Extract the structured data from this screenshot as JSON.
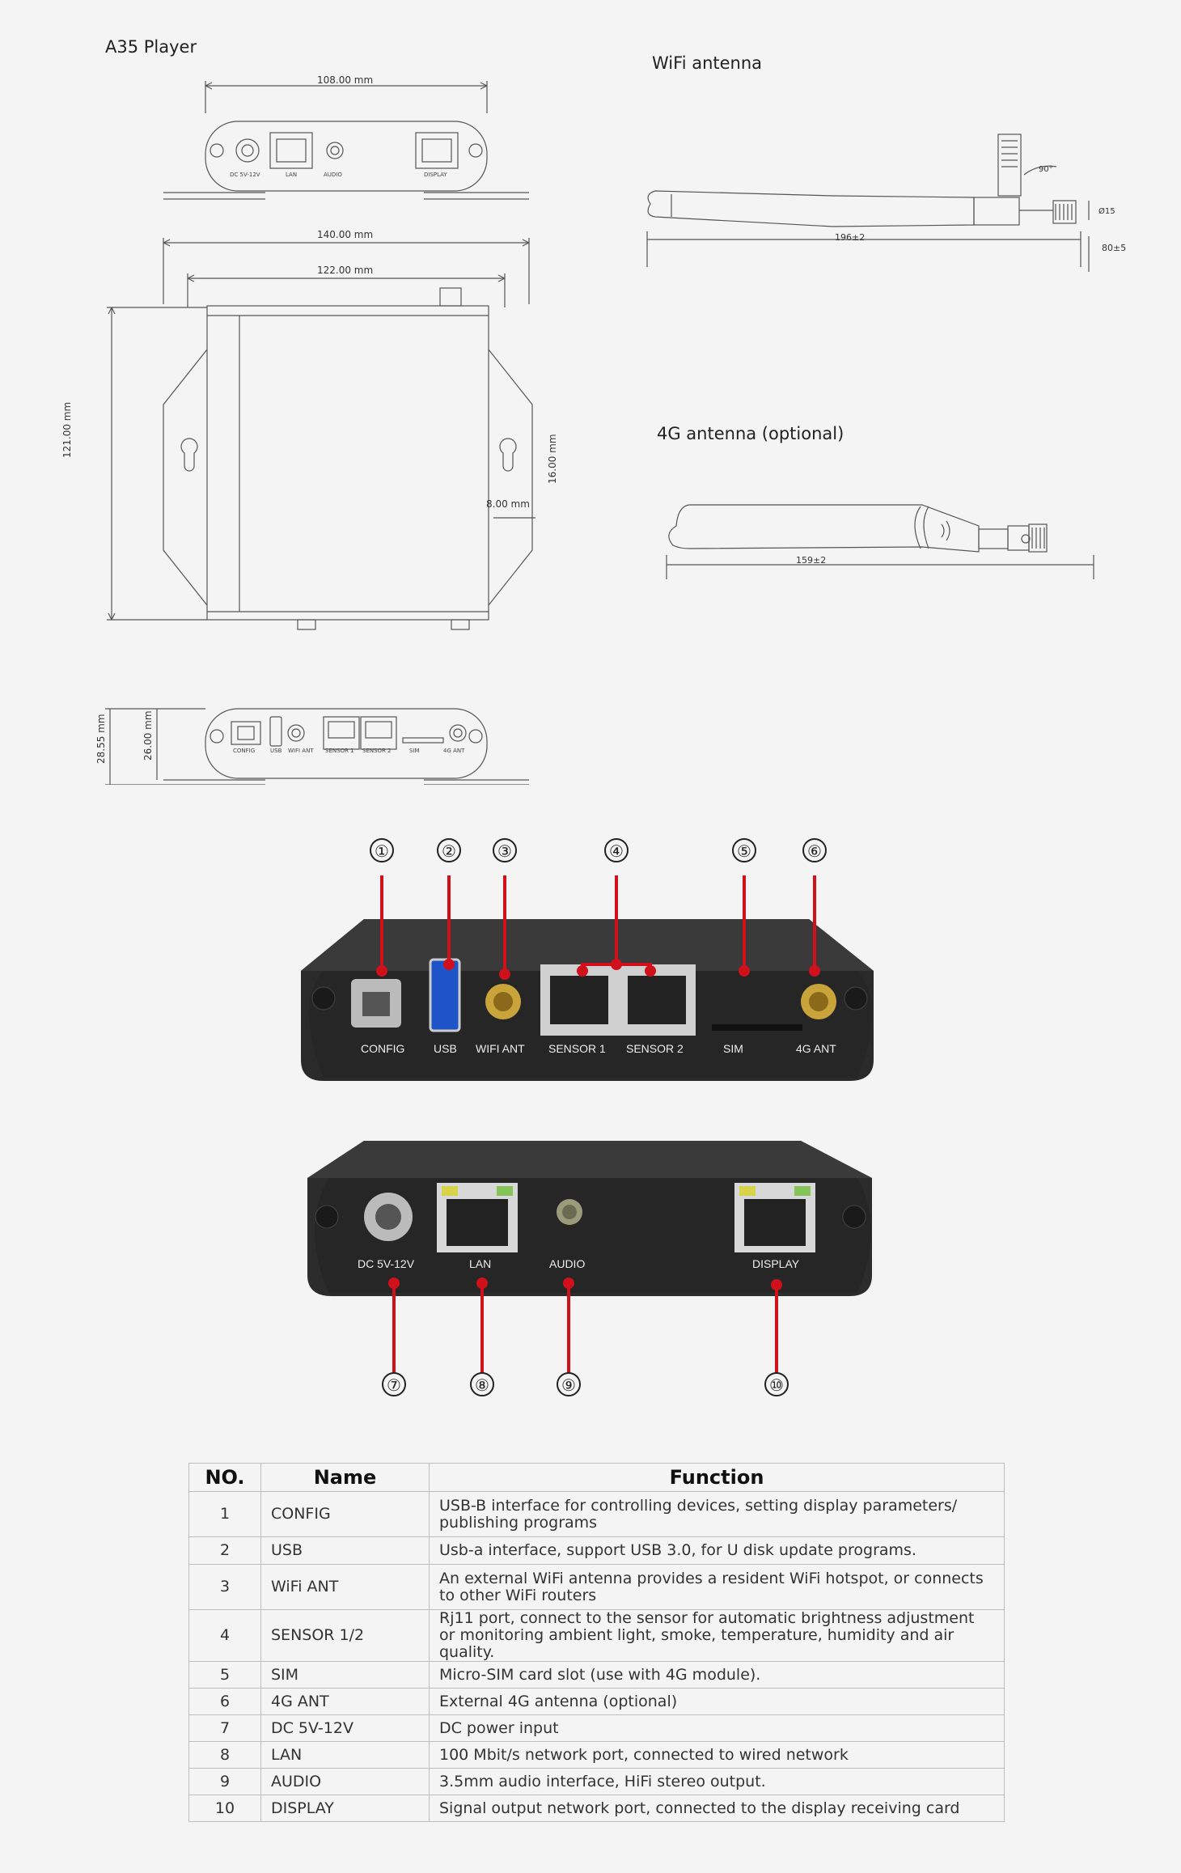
{
  "titles": {
    "player": "A35 Player",
    "wifi_antenna": "WiFi antenna",
    "lte_antenna": "4G antenna (optional)"
  },
  "dimensions": {
    "top_width": "108.00 mm",
    "outer_width": "140.00 mm",
    "inner_width": "122.00 mm",
    "height": "121.00 mm",
    "hole_offset": "16.00 mm",
    "hole_edge": "8.00 mm",
    "total_height": "28.55 mm",
    "body_height": "26.00 mm",
    "wifi_length": "196±2",
    "wifi_base": "80±5",
    "wifi_angle": "90°",
    "wifi_dia": "Ø15",
    "lte_length": "159±2"
  },
  "drawing_labels": {
    "top": [
      "DC 5V-12V",
      "LAN",
      "AUDIO",
      "DISPLAY"
    ],
    "bottom": [
      "CONFIG",
      "USB",
      "WIFI ANT",
      "SENSOR 1",
      "SENSOR 2",
      "SIM",
      "4G ANT"
    ]
  },
  "photo_front": {
    "labels": [
      "CONFIG",
      "USB",
      "WIFI ANT",
      "SENSOR 1",
      "SENSOR 2",
      "SIM",
      "4G ANT"
    ],
    "callouts": [
      "①",
      "②",
      "③",
      "④",
      "⑤",
      "⑥"
    ]
  },
  "photo_back": {
    "labels": [
      "DC 5V-12V",
      "LAN",
      "AUDIO",
      "DISPLAY"
    ],
    "callouts": [
      "⑦",
      "⑧",
      "⑨",
      "⑩"
    ]
  },
  "table": {
    "headers": [
      "NO.",
      "Name",
      "Function"
    ],
    "rows": [
      {
        "no": "1",
        "name": "CONFIG",
        "function": "USB-B interface for controlling devices, setting display parameters/ publishing programs"
      },
      {
        "no": "2",
        "name": "USB",
        "function": "Usb-a interface, support USB 3.0, for U disk update programs."
      },
      {
        "no": "3",
        "name": "WiFi ANT",
        "function": "An external WiFi antenna provides a resident WiFi hotspot, or connects to other WiFi routers"
      },
      {
        "no": "4",
        "name": "SENSOR 1/2",
        "function": "Rj11 port, connect to the sensor for automatic brightness adjustment or monitoring ambient light, smoke, temperature, humidity and air quality."
      },
      {
        "no": "5",
        "name": "SIM",
        "function": "Micro-SIM card slot (use with 4G module)."
      },
      {
        "no": "6",
        "name": "4G ANT",
        "function": "External 4G antenna (optional)"
      },
      {
        "no": "7",
        "name": "DC 5V-12V",
        "function": "DC power input"
      },
      {
        "no": "8",
        "name": "LAN",
        "function": "100 Mbit/s network port, connected to wired network"
      },
      {
        "no": "9",
        "name": "AUDIO",
        "function": "3.5mm audio interface, HiFi stereo output."
      },
      {
        "no": "10",
        "name": "DISPLAY",
        "function": "Signal output network port, connected to the display receiving card"
      }
    ]
  },
  "colors": {
    "callout_red": "#d0101a",
    "device_dark": "#2a2a2a",
    "background": "#f4f4f4"
  }
}
